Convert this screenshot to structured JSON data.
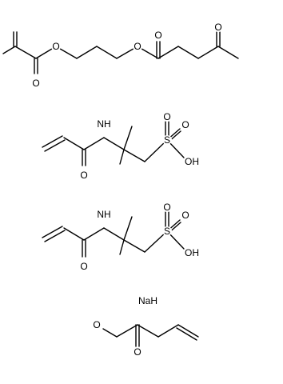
{
  "molecules": [
    {
      "labels": {
        "o_ester1": "O",
        "o_bridge1": "O",
        "o_bridge2": "O",
        "o_ester2": "O",
        "o_keto": "O"
      }
    },
    {
      "labels": {
        "nh": "NH",
        "o_amide": "O",
        "s": "S",
        "o_s1": "O",
        "o_s2": "O",
        "oh": "OH"
      }
    },
    {
      "labels": {
        "nh": "NH",
        "o_amide": "O",
        "s": "S",
        "o_s1": "O",
        "o_s2": "O",
        "oh": "OH"
      }
    },
    {
      "labels": {
        "na": "NaH"
      }
    },
    {
      "labels": {
        "o_single": "O",
        "o_double": "O"
      }
    }
  ]
}
